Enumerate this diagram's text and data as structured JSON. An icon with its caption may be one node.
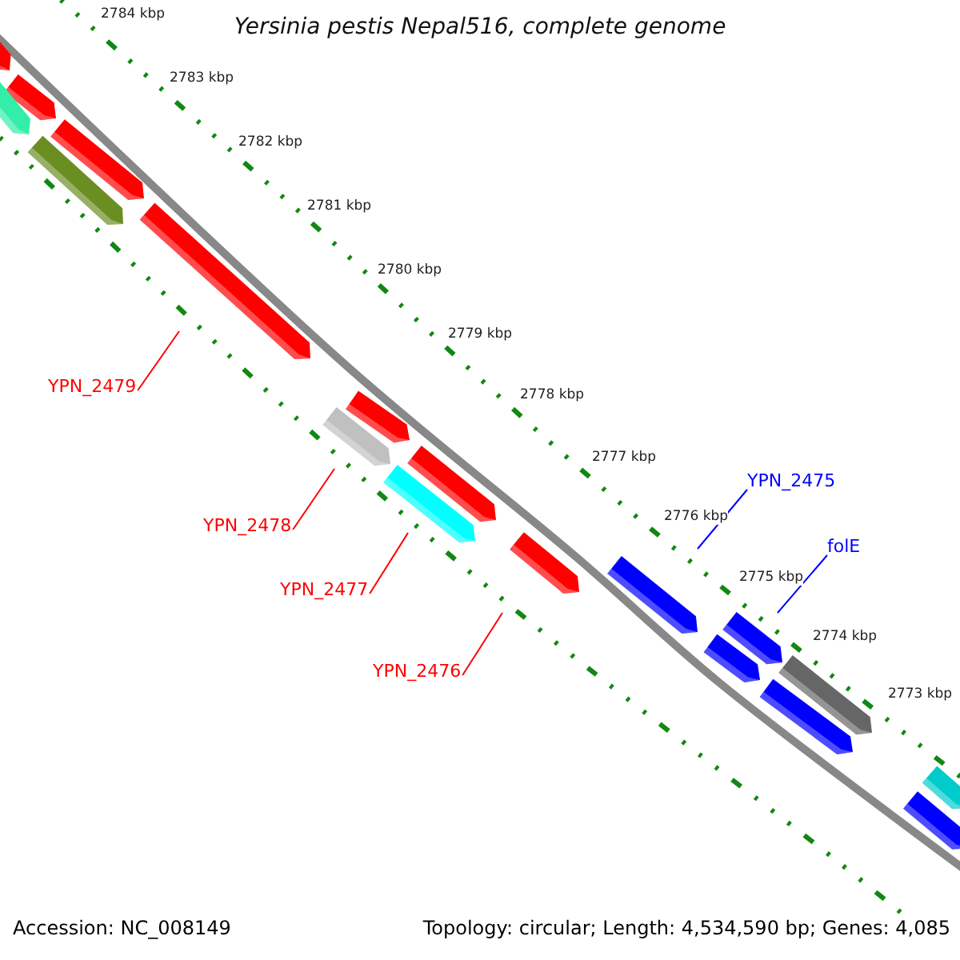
{
  "diagram": {
    "title": "Yersinia pestis Nepal516, complete genome",
    "nodes": [
      {
        "text": [
          "YPN_2479"
        ]
      },
      {
        "text": [
          "YPN_2478"
        ]
      },
      {
        "text": [
          "YPN_2477"
        ]
      },
      {
        "text": [
          "YPN_2476"
        ]
      },
      {
        "text": [
          "YPN_2475"
        ]
      },
      {
        "text": [
          "folE"
        ]
      }
    ],
    "edges": [
      {
        "from": 0,
        "to": null,
        "arrow": "none"
      },
      {
        "from": 1,
        "to": null,
        "arrow": "none"
      },
      {
        "from": 2,
        "to": null,
        "arrow": "none"
      },
      {
        "from": 3,
        "to": null,
        "arrow": "none"
      },
      {
        "from": 4,
        "to": null,
        "arrow": "none",
        "color": "#0000ff"
      },
      {
        "from": 5,
        "to": null,
        "arrow": "none",
        "color": "#0000ff"
      }
    ],
    "labels": [
      "2784 kbp",
      "2783 kbp",
      "2782 kbp",
      "2781 kbp",
      "2780 kbp",
      "2779 kbp",
      "2778 kbp",
      "2777 kbp",
      "2776 kbp",
      "2775 kbp",
      "2774 kbp",
      "2773 kbp",
      "Accession: NC_008149",
      "Topology: circular; Length: 4,534,590 bp; Genes: 4,085"
    ]
  }
}
